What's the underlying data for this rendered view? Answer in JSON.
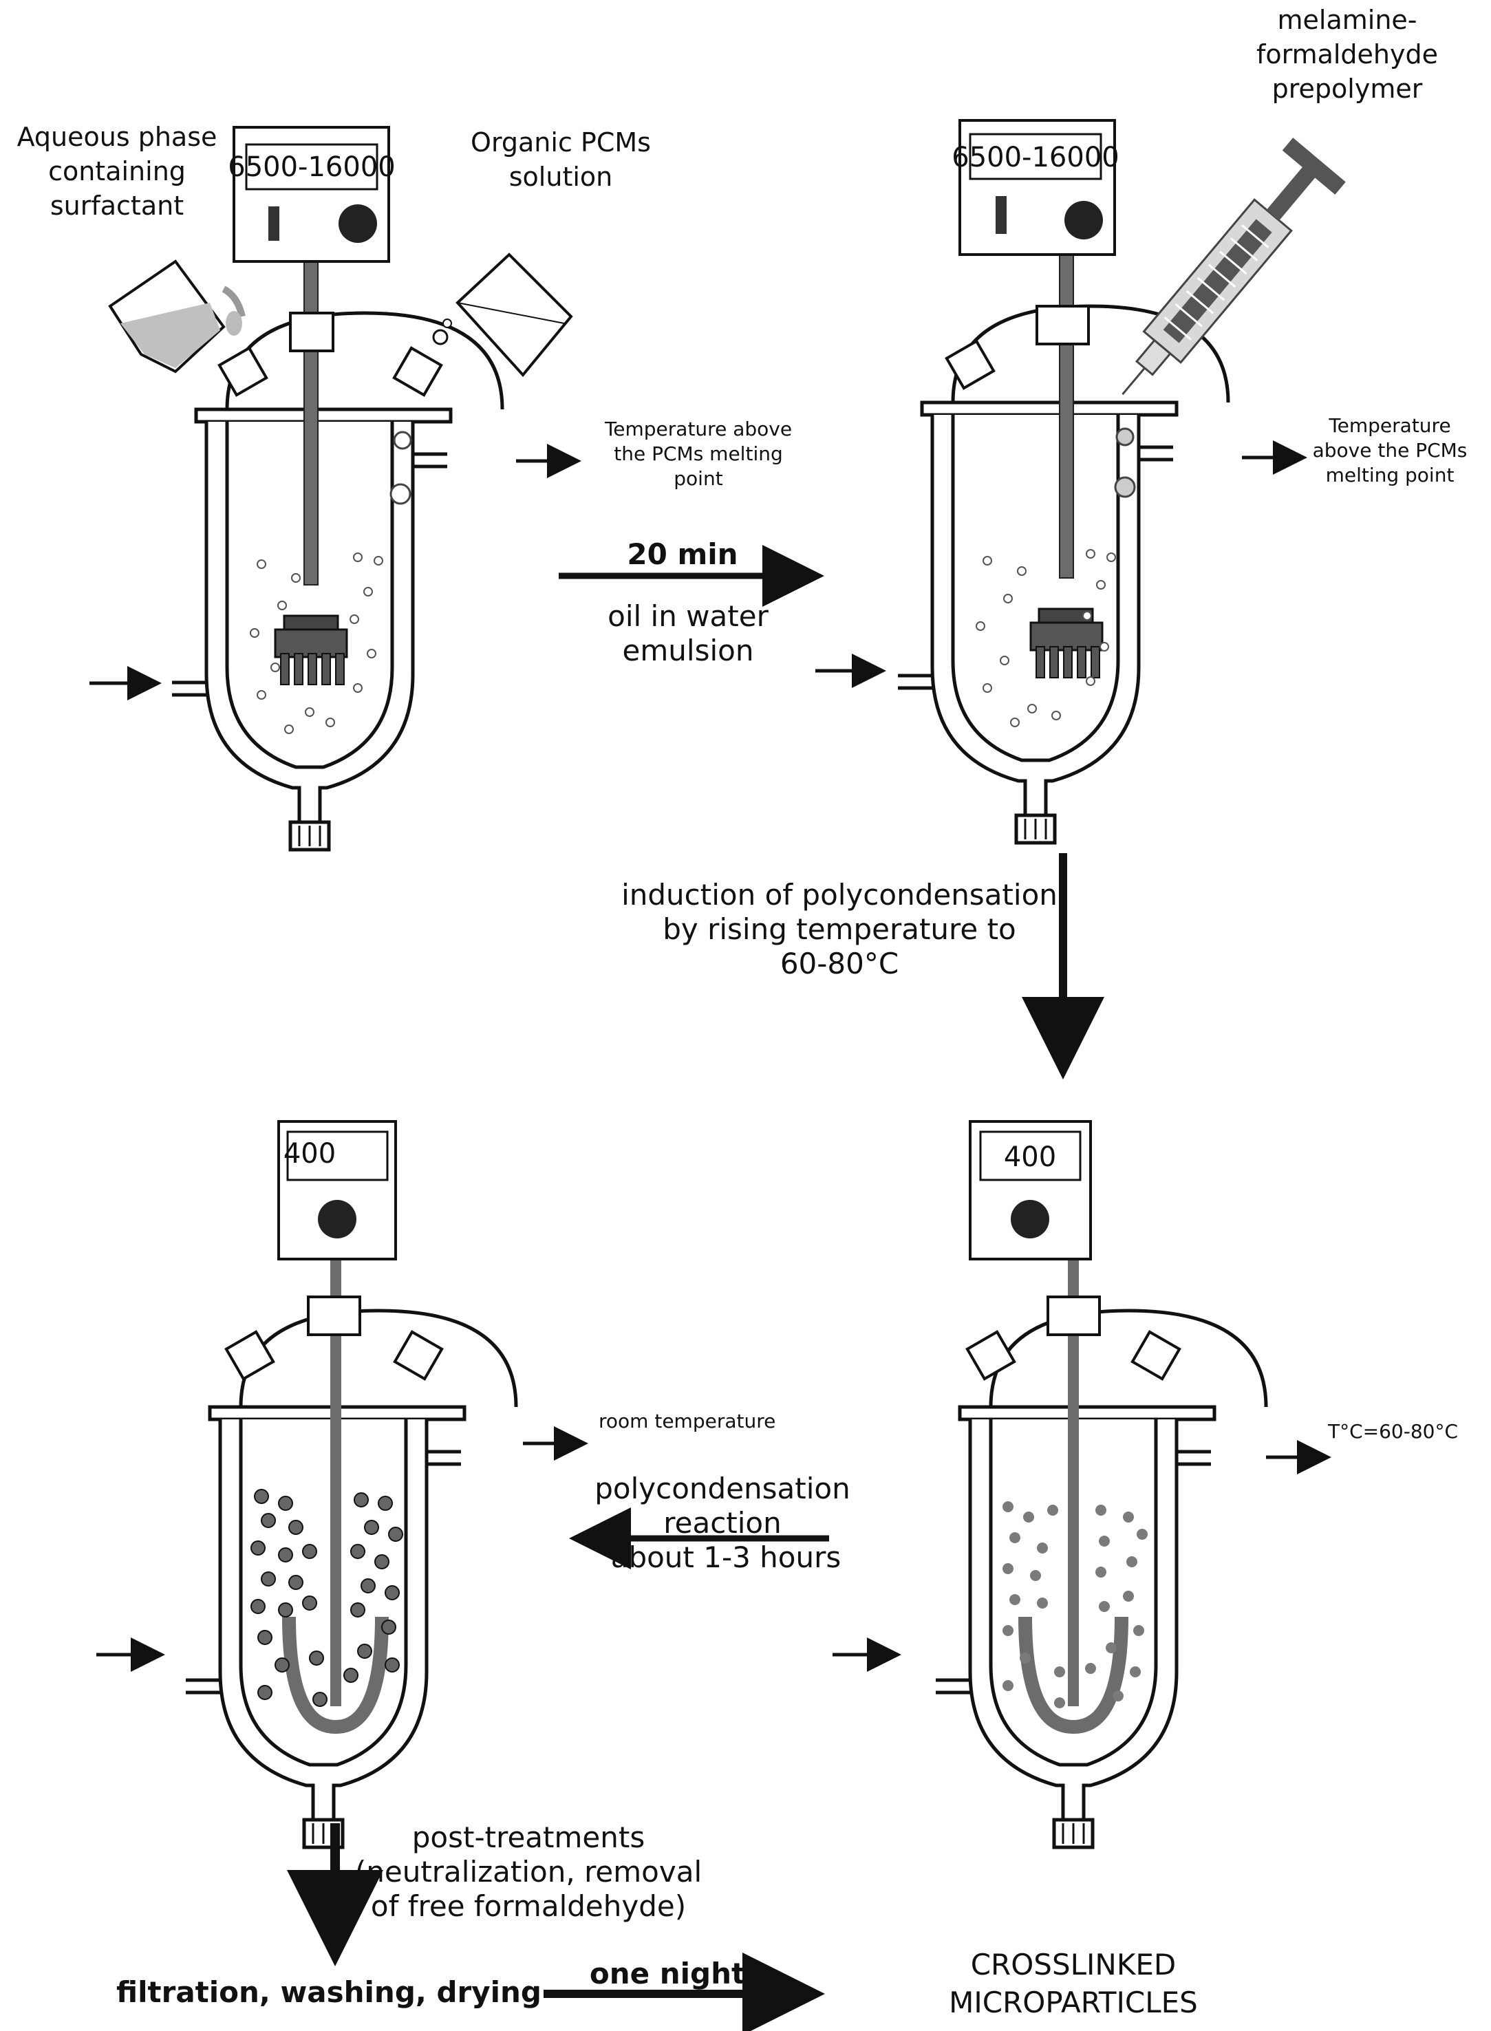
{
  "top_left_reactor": {
    "display": "6500-16000",
    "left_label": [
      "Aqueous phase",
      "containing",
      "surfactant"
    ],
    "right_label": [
      "Organic PCMs",
      "solution"
    ],
    "outlet_label": [
      "Temperature above",
      "the PCMs melting",
      "point"
    ]
  },
  "top_right_reactor": {
    "display": "6500-16000",
    "syringe_label": [
      "melamine-",
      "formaldehyde",
      "prepolymer"
    ],
    "outlet_label": [
      "Temperature",
      "above the PCMs",
      "melting point"
    ]
  },
  "step1": {
    "time": "20 min",
    "description": [
      "oil in water",
      "emulsion"
    ]
  },
  "step2": {
    "description": [
      "induction of polycondensation",
      "by rising temperature to",
      "60-80°C"
    ]
  },
  "bottom_right_reactor": {
    "display": "400",
    "outlet_label": "T°C=60-80°C"
  },
  "bottom_left_reactor": {
    "display": "400",
    "outlet_label": "room temperature"
  },
  "step3": {
    "description": [
      "polycondensation",
      "reaction",
      "about 1-3 hours"
    ]
  },
  "step4": {
    "description": [
      "post-treatments",
      "(neutralization, removal",
      "of free formaldehyde)"
    ]
  },
  "final": {
    "process": "filtration, washing, drying",
    "time": "one night",
    "product": [
      "CROSSLINKED",
      "MICROPARTICLES"
    ]
  }
}
